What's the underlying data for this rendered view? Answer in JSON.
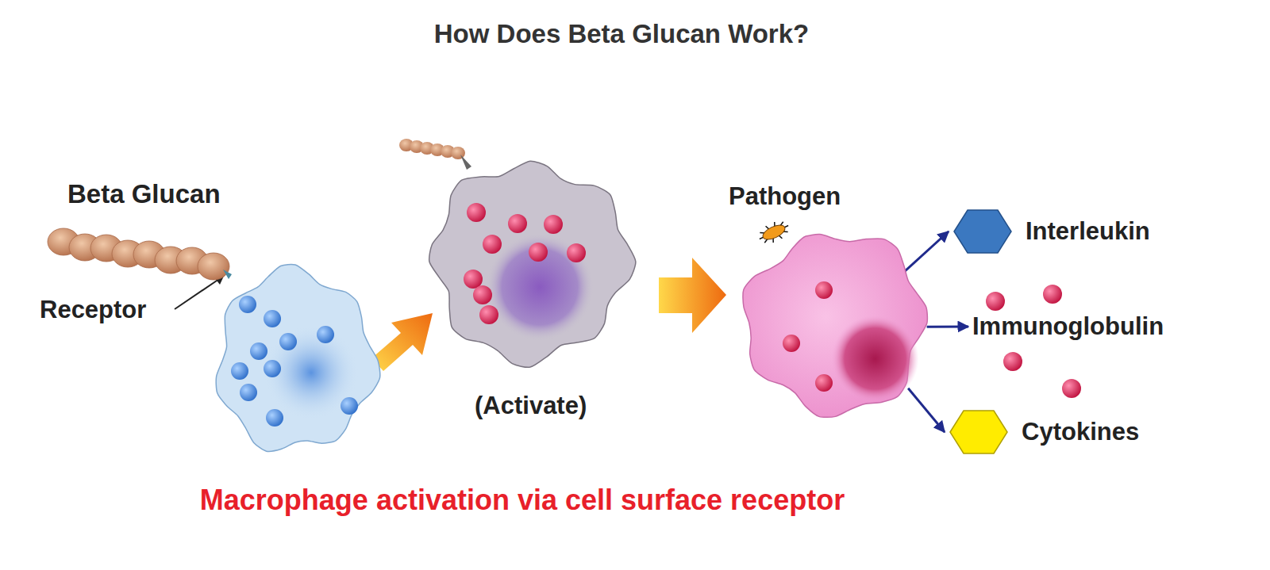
{
  "diagram": {
    "title": "How Does Beta Glucan Work?",
    "caption": "Macrophage activation via cell surface receptor",
    "nodes": [
      {
        "text": [
          "Pathogen"
        ]
      },
      {
        "text": [
          "Interleukin"
        ]
      },
      {
        "text": [
          "Immunoglobulin"
        ]
      },
      {
        "text": [
          "Cytokines"
        ]
      }
    ],
    "edges": [
      {
        "from": 0,
        "to": 1,
        "arrow": "to"
      },
      {
        "from": 0,
        "to": 2,
        "arrow": "to"
      },
      {
        "from": 0,
        "to": 3,
        "arrow": "to"
      }
    ],
    "labels": [
      "Beta Glucan",
      "Receptor",
      "(Activate)"
    ]
  }
}
